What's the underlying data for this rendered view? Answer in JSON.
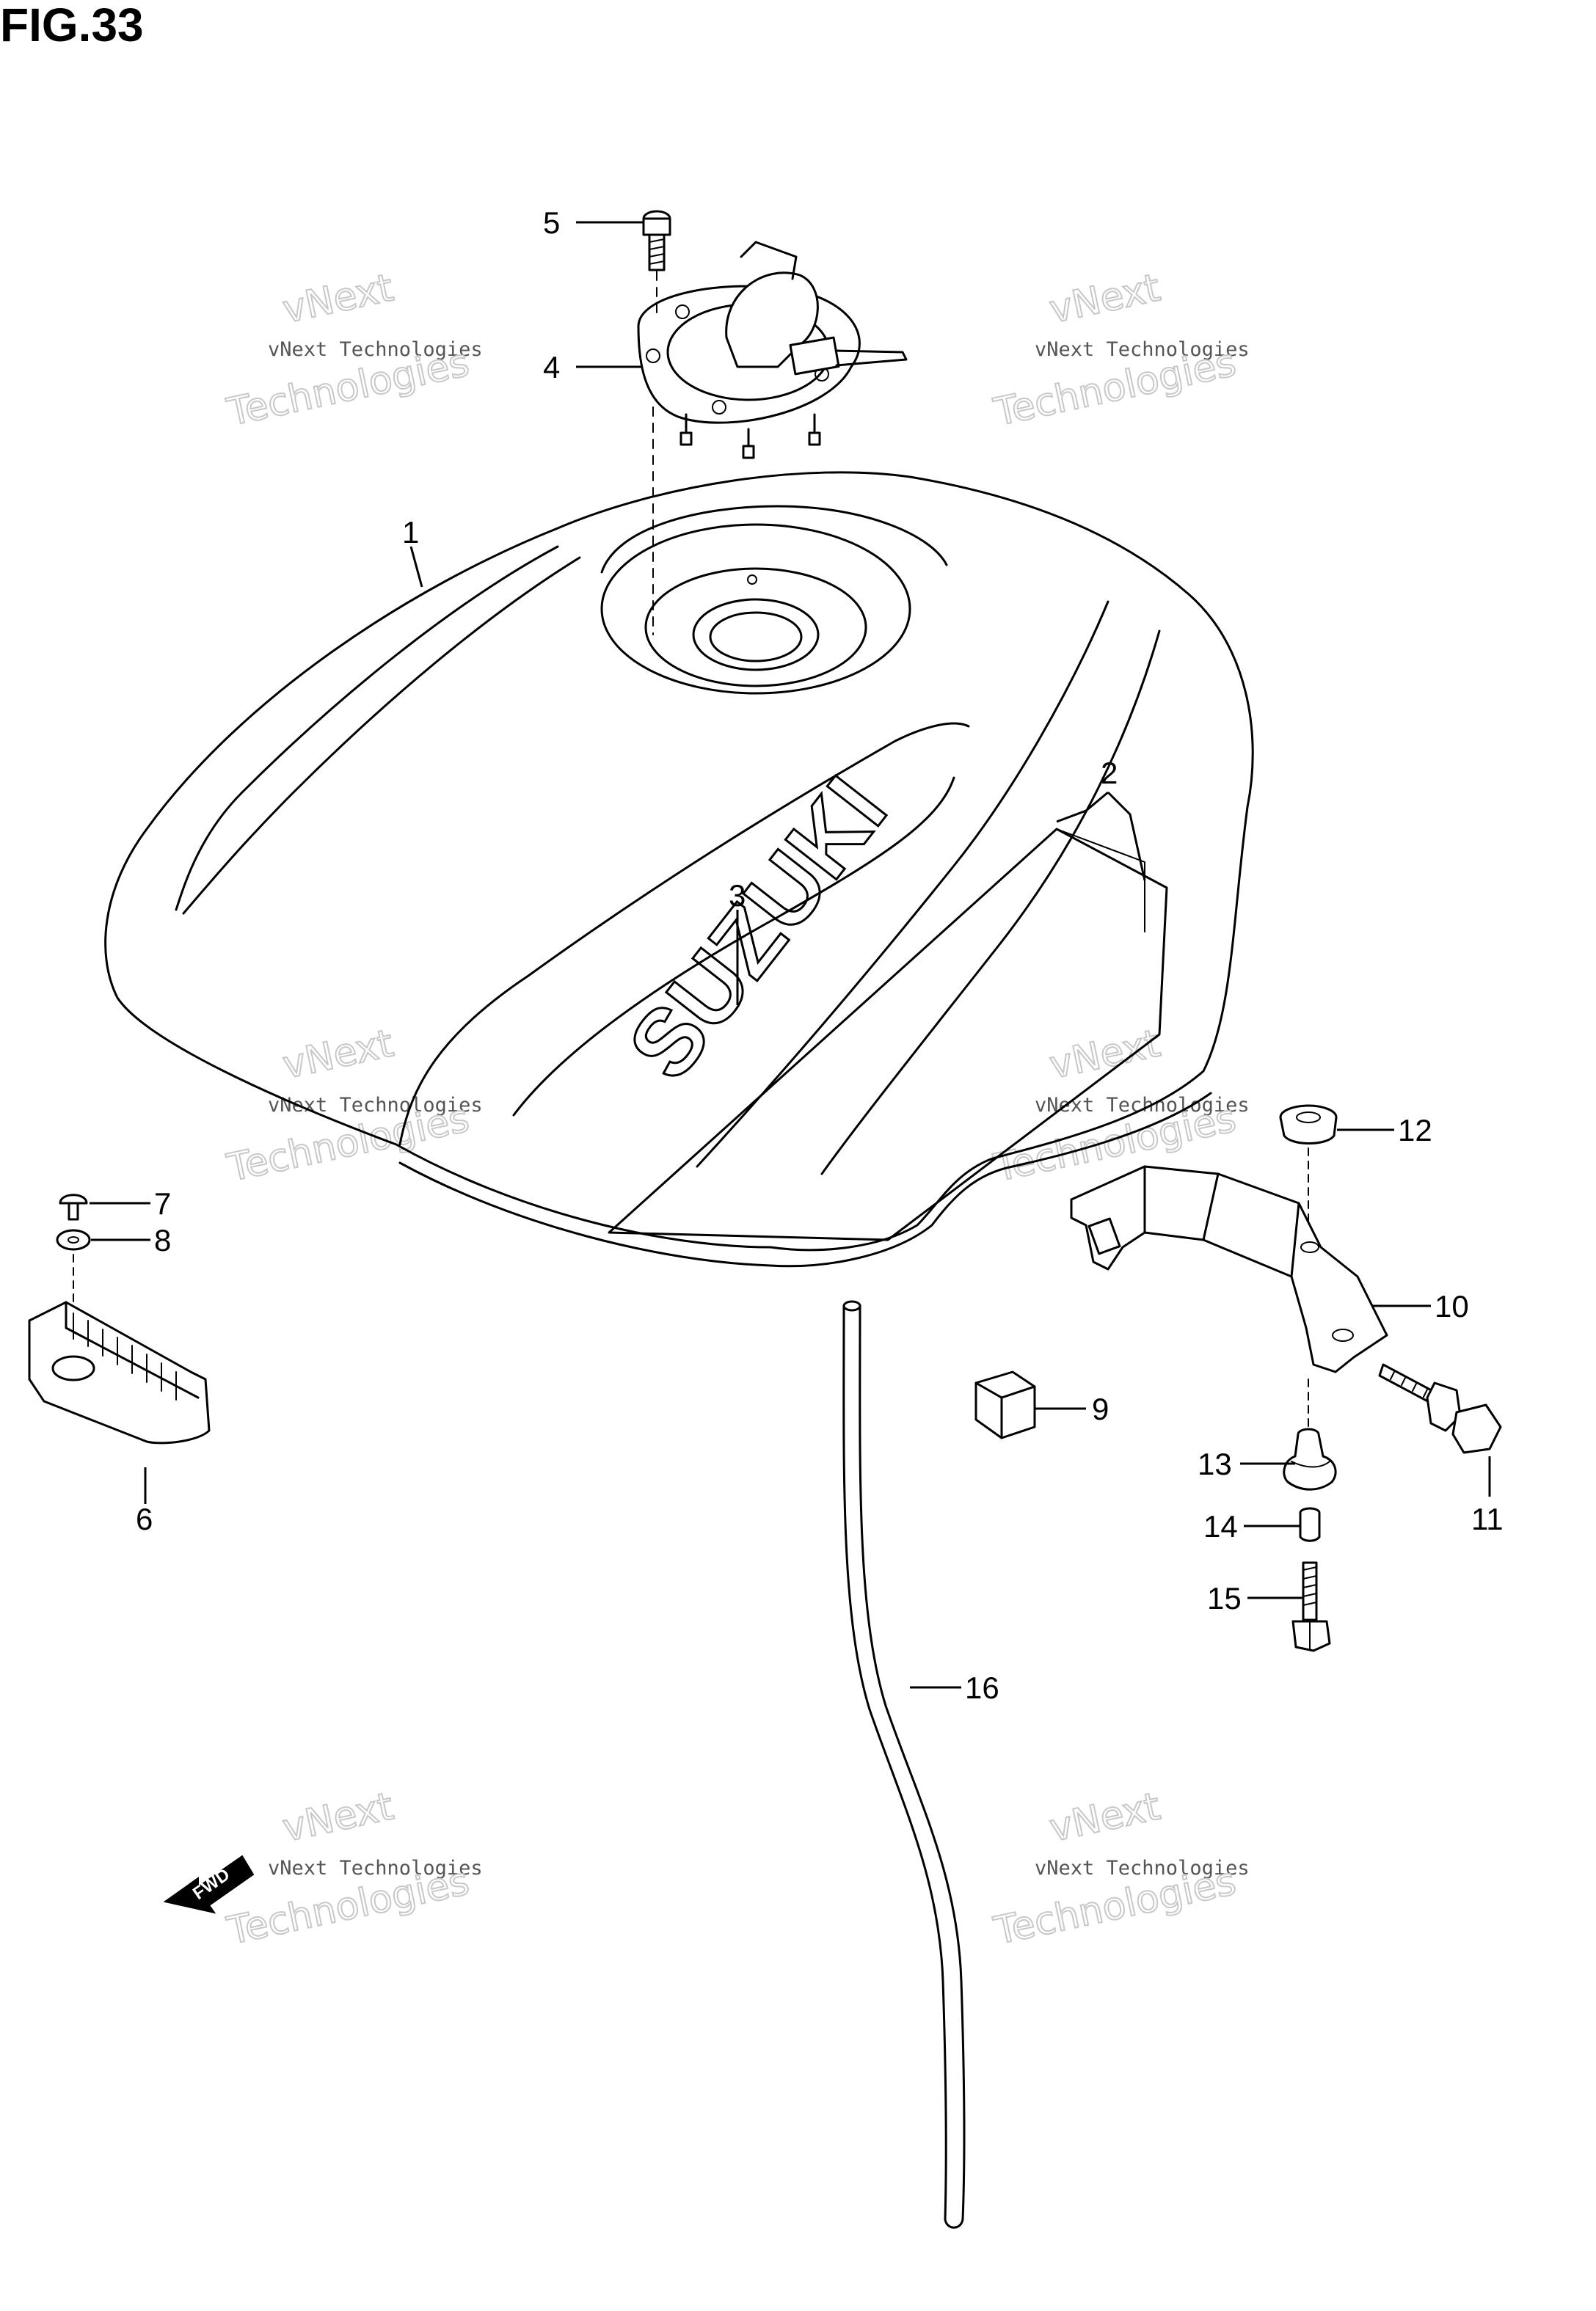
{
  "figure": {
    "title": "FIG.33"
  },
  "tank": {
    "logo_text": "SUZUKI"
  },
  "fwd_marker": {
    "text": "FWD"
  },
  "callouts": [
    {
      "id": "1",
      "label": "1"
    },
    {
      "id": "2",
      "label": "2"
    },
    {
      "id": "3",
      "label": "3"
    },
    {
      "id": "4",
      "label": "4"
    },
    {
      "id": "5",
      "label": "5"
    },
    {
      "id": "6",
      "label": "6"
    },
    {
      "id": "7",
      "label": "7"
    },
    {
      "id": "8",
      "label": "8"
    },
    {
      "id": "9",
      "label": "9"
    },
    {
      "id": "10",
      "label": "10"
    },
    {
      "id": "11",
      "label": "11"
    },
    {
      "id": "12",
      "label": "12"
    },
    {
      "id": "13",
      "label": "13"
    },
    {
      "id": "14",
      "label": "14"
    },
    {
      "id": "15",
      "label": "15"
    },
    {
      "id": "16",
      "label": "16"
    }
  ],
  "watermark": {
    "brand_short": "vNext",
    "brand_full": "vNext Technologies",
    "brand_word": "Technologies"
  }
}
